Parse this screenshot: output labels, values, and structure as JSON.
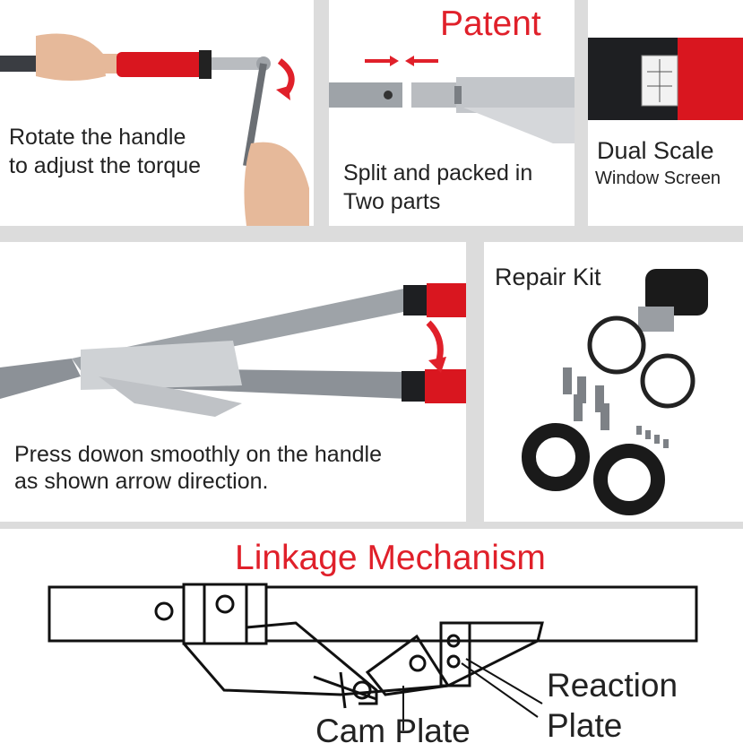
{
  "panels": {
    "rotate": {
      "caption_line1": "Rotate the handle",
      "caption_line2": "to adjust the torque"
    },
    "patent": {
      "title": "Patent",
      "caption_line1": "Split and packed in",
      "caption_line2": "Two parts"
    },
    "dual_scale": {
      "title": "Dual Scale",
      "subtitle": "Window Screen"
    },
    "press": {
      "caption_line1": "Press dowon smoothly on the handle",
      "caption_line2": "as shown arrow direction."
    },
    "repair_kit": {
      "title": "Repair Kit"
    },
    "linkage": {
      "title": "Linkage Mechanism",
      "label_cam_plate": "Cam Plate",
      "label_reaction_line1": "Reaction",
      "label_reaction_line2": "Plate"
    }
  },
  "colors": {
    "accent_red": "#e0202a",
    "grip_red": "#d9161f",
    "tube_gray": "#8c9197",
    "text": "#222222"
  },
  "icons": [
    "rotate-arrow-icon",
    "push-arrow-icon",
    "press-arrow-icon"
  ]
}
